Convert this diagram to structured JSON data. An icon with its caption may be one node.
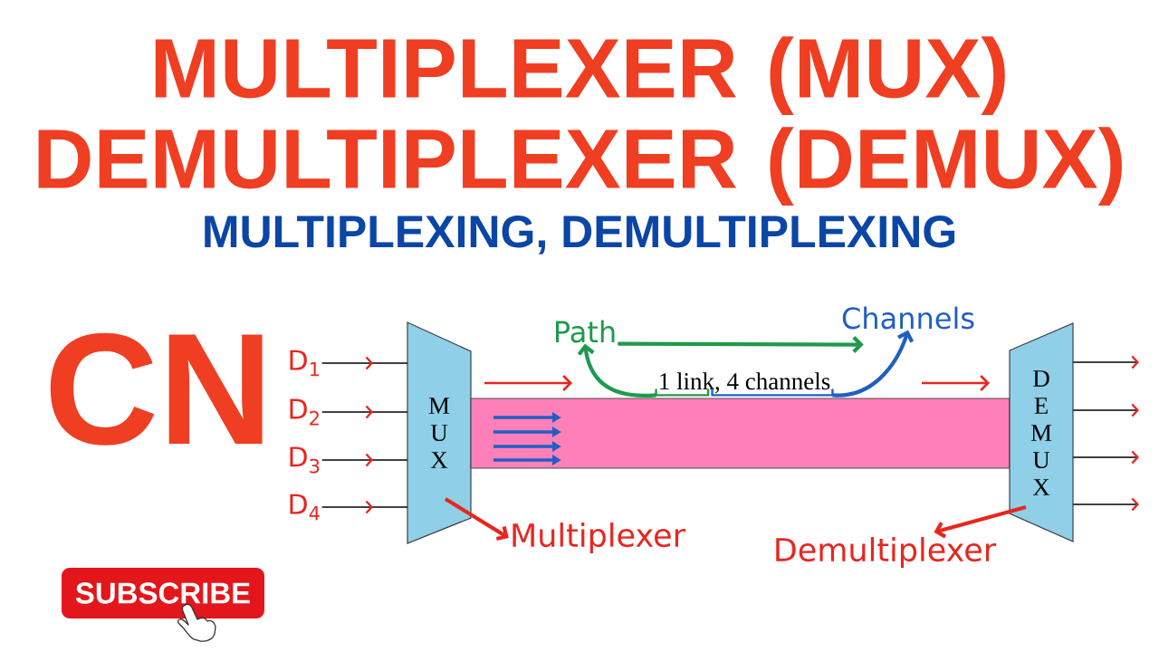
{
  "diagram": {
    "title": "MULTIPLEXER (MUX) DEMULTIPLEXER (DEMUX)",
    "nodes": [
      {
        "text": [
          "D$_{1}$"
        ]
      },
      {
        "text": [
          "D$_{2}$"
        ]
      },
      {
        "text": [
          "D$_{3}$"
        ]
      },
      {
        "text": [
          "D$_{4}$"
        ]
      },
      {
        "text": [
          "M U X"
        ]
      },
      {
        "text": [
          "Path"
        ]
      },
      {
        "text": [
          "1 link, 4 channels"
        ]
      },
      {
        "text": [],
        "shape": "bar"
      },
      {
        "text": [
          "Channels"
        ]
      },
      {
        "text": [
          "D E M U X"
        ]
      },
      {
        "text": [
          "Multiplexer"
        ]
      },
      {
        "text": [
          "Demultiplexer"
        ]
      }
    ],
    "edges": [
      {
        "from": 0,
        "to": 4,
        "arrow": "to"
      },
      {
        "from": 1,
        "to": 4,
        "arrow": "to"
      },
      {
        "from": 2,
        "to": 4,
        "arrow": "to"
      },
      {
        "from": 3,
        "to": 4,
        "arrow": "to"
      },
      {
        "from": 9,
        "to": null,
        "arrow": "to"
      },
      {
        "from": 9,
        "to": null,
        "arrow": "to"
      },
      {
        "from": 9,
        "to": null,
        "arrow": "to"
      },
      {
        "from": 9,
        "to": null,
        "arrow": "to"
      },
      {
        "from": 6,
        "to": 5,
        "arrow": "to",
        "style": "thick",
        "color": "#1e9a4c"
      },
      {
        "from": 5,
        "to": 8,
        "arrow": "to",
        "style": "thick",
        "color": "#1e9a4c"
      },
      {
        "from": 6,
        "to": 8,
        "arrow": "to",
        "style": "thick",
        "color": "#1f5fc4"
      },
      {
        "from": 4,
        "to": 10,
        "arrow": "to",
        "style": "thick",
        "color": "#e8261f"
      },
      {
        "from": 9,
        "to": 11,
        "arrow": "to",
        "style": "thick",
        "color": "#e8261f"
      }
    ],
    "labels": [
      "MULTIPLEXING, DEMULTIPLEXING",
      "CN",
      "SUBSCRIBE"
    ]
  }
}
